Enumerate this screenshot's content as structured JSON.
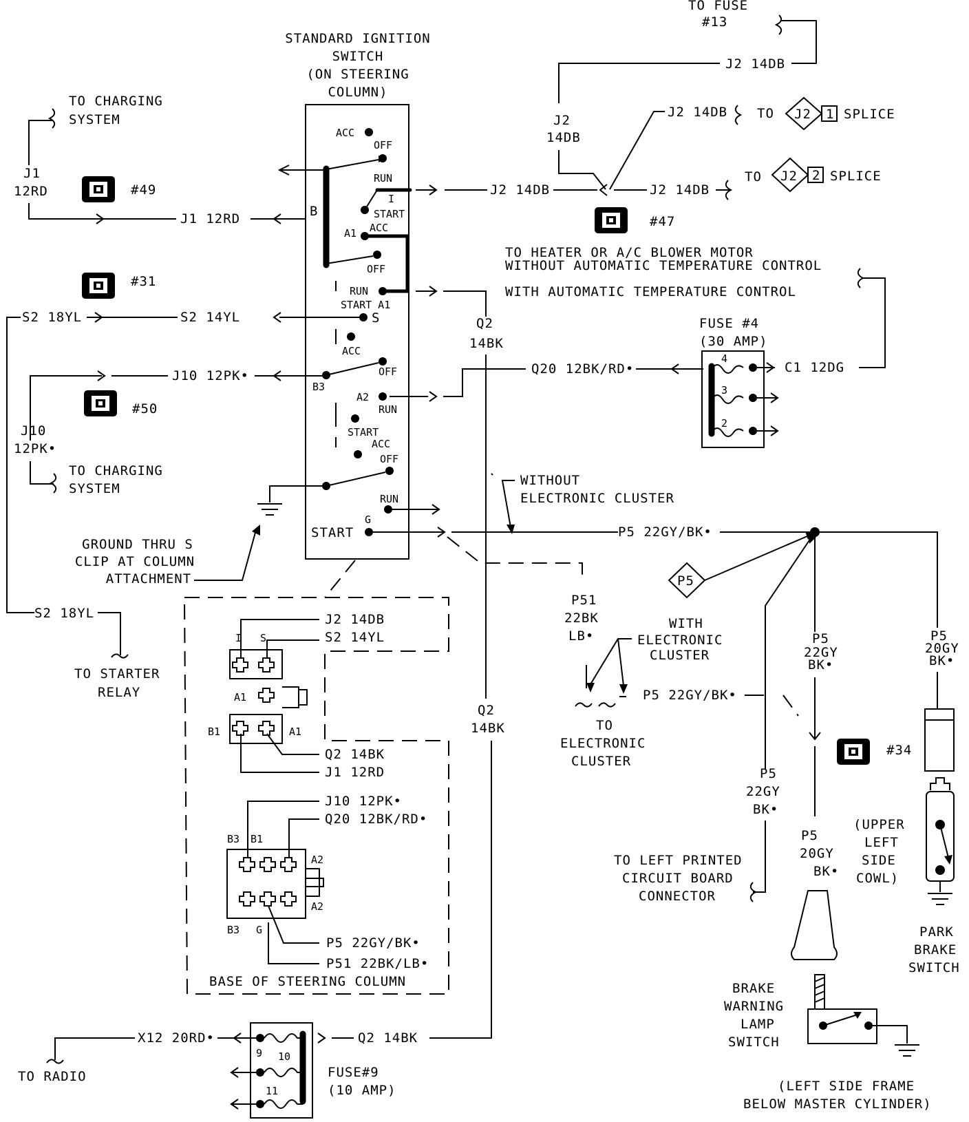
{
  "switch": {
    "title_lines": [
      "STANDARD IGNITION",
      "SWITCH",
      "(ON STEERING",
      "COLUMN)"
    ],
    "acc": "ACC",
    "off": "OFF",
    "run": "RUN",
    "start": "START",
    "b": "B",
    "i": "I",
    "a1": "A1",
    "a2": "A2",
    "b3": "B3",
    "s": "S",
    "g": "G",
    "start_a1": "START A1"
  },
  "connectors": [
    "#49",
    "#31",
    "#50",
    "#47",
    "#34"
  ],
  "wires": {
    "j1": "J1 12RD",
    "j1_a": "J1",
    "j1_b": "12RD",
    "s2_18": "S2 18YL",
    "s2_14": "S2 14YL",
    "j10": "J10 12PK•",
    "j10_a": "J10",
    "j10_b": "12PK•",
    "j2": "J2 14DB",
    "j2_a": "J2",
    "j2_b": "14DB",
    "q2_a": "Q2",
    "q2_b": "14BK",
    "q2": "Q2 14BK",
    "q20": "Q20 12BK/RD•",
    "c1": "C1 12DG",
    "p5_22": "P5 22GY/BK•",
    "p51_a": "P51",
    "p51_b": "22BK",
    "p51_c": "LB•",
    "p5_a": "P5",
    "p5_b": "22GY",
    "p5_c": "BK•",
    "p5_20a": "P5",
    "p5_20b": "20GY",
    "p5_20c": "BK•",
    "x12": "X12 20RD•",
    "j1_12": "J1 12RD",
    "q2_14": "Q2 14BK",
    "j10_12": "J10 12PK•",
    "q20_12": "Q20 12BK/RD•",
    "p5_22b": "P5 22GY/BK•",
    "p51_22": "P51 22BK/LB•"
  },
  "labels": {
    "to_fuse_13_a": "TO FUSE",
    "to_fuse_13_b": "#13",
    "to_charging_a": "TO CHARGING",
    "to_charging_b": "SYSTEM",
    "to": "TO",
    "splice": "SPLICE",
    "heater_1": "TO HEATER OR A/C BLOWER MOTOR",
    "heater_2": "WITHOUT AUTOMATIC TEMPERATURE CONTROL",
    "heater_3": "WITH AUTOMATIC TEMPERATURE CONTROL",
    "fuse4_a": "FUSE #4",
    "fuse4_b": "(30 AMP)",
    "without_a": "WITHOUT",
    "without_b": "ELECTRONIC CLUSTER",
    "with_a": "WITH",
    "with_b": "ELECTRONIC",
    "with_c": "CLUSTER",
    "to_cluster_a": "TO",
    "to_cluster_b": "ELECTRONIC",
    "to_cluster_c": "CLUSTER",
    "ground_a": "GROUND THRU S",
    "ground_b": "CLIP AT COLUMN",
    "ground_c": "ATTACHMENT",
    "starter_a": "TO STARTER",
    "starter_b": "RELAY",
    "base": "BASE OF STEERING COLUMN",
    "left_pcb_a": "TO LEFT PRINTED",
    "left_pcb_b": "CIRCUIT BOARD",
    "left_pcb_c": "CONNECTOR",
    "cowl_a": "(UPPER",
    "cowl_b": "LEFT",
    "cowl_c": "SIDE",
    "cowl_d": "COWL)",
    "park_a": "PARK",
    "park_b": "BRAKE",
    "park_c": "SWITCH",
    "bwl_a": "BRAKE",
    "bwl_b": "WARNING",
    "bwl_c": "LAMP",
    "bwl_d": "SWITCH",
    "frame_a": "(LEFT SIDE FRAME",
    "frame_b": "BELOW MASTER CYLINDER)",
    "to_radio": "TO RADIO",
    "fuse9_a": "FUSE#9",
    "fuse9_b": "(10 AMP)",
    "p5_diamond": "P5",
    "j2_diamond": "J2",
    "one": "1",
    "two": "2",
    "n4": "4",
    "n3": "3",
    "n2": "2",
    "n9": "9",
    "n10": "10",
    "n11": "11"
  }
}
